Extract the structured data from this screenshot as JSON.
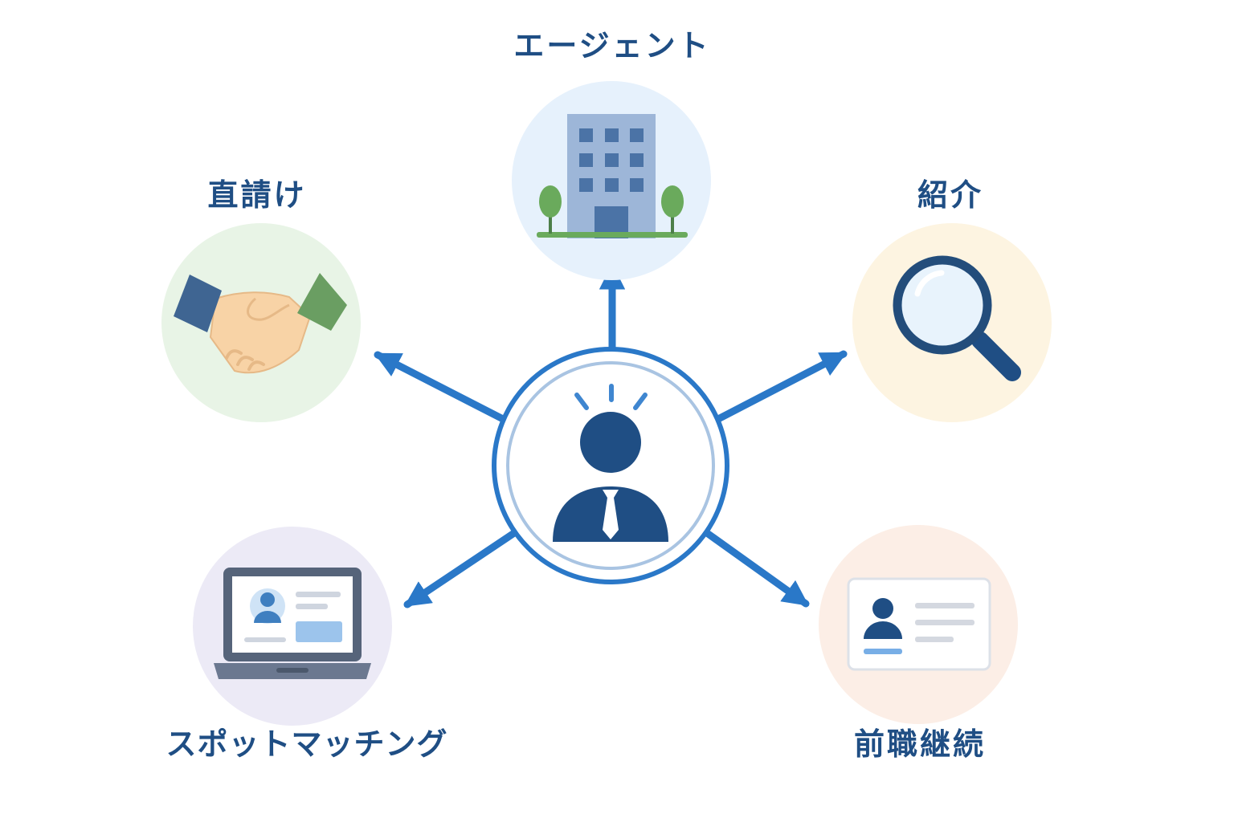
{
  "center": {
    "icon": "person-icon"
  },
  "nodes": {
    "agent": {
      "label": "エージェント",
      "icon": "office-building-icon",
      "bg": "#e6f1fc"
    },
    "direct": {
      "label": "直請け",
      "icon": "handshake-icon",
      "bg": "#e8f4e6"
    },
    "intro": {
      "label": "紹介",
      "icon": "magnifier-icon",
      "bg": "#fdf4e1"
    },
    "spot": {
      "label": "スポットマッチング",
      "icon": "laptop-profile-icon",
      "bg": "#eceaf6"
    },
    "former": {
      "label": "前職継続",
      "icon": "profile-card-icon",
      "bg": "#fceee6"
    }
  },
  "colors": {
    "arrow": "#2a78c8",
    "text": "#1f4e84",
    "person": "#1f4e84"
  }
}
